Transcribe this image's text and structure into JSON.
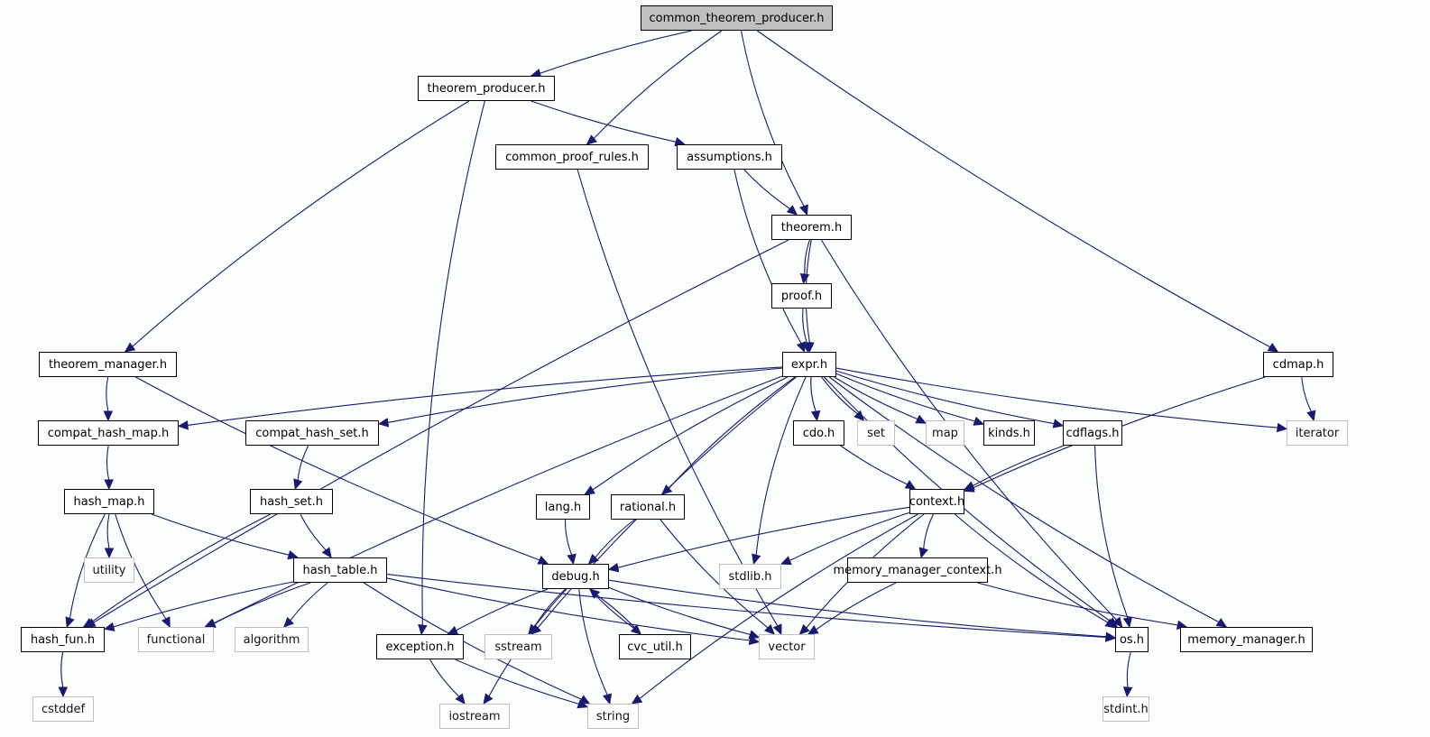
{
  "title": "common_theorem_producer.h",
  "colors": {
    "edge": "#191970",
    "background": "#fbfefd",
    "root_fill": "#bfbfbf",
    "system_border": "#bfbfbf",
    "local_border": "#000000"
  },
  "nodes": [
    {
      "id": "common_theorem_producer.h",
      "label": "common_theorem_producer.h",
      "kind": "root"
    },
    {
      "id": "theorem_producer.h",
      "label": "theorem_producer.h",
      "kind": "local"
    },
    {
      "id": "common_proof_rules.h",
      "label": "common_proof_rules.h",
      "kind": "local"
    },
    {
      "id": "assumptions.h",
      "label": "assumptions.h",
      "kind": "local"
    },
    {
      "id": "theorem.h",
      "label": "theorem.h",
      "kind": "local"
    },
    {
      "id": "proof.h",
      "label": "proof.h",
      "kind": "local"
    },
    {
      "id": "expr.h",
      "label": "expr.h",
      "kind": "local"
    },
    {
      "id": "theorem_manager.h",
      "label": "theorem_manager.h",
      "kind": "local"
    },
    {
      "id": "cdmap.h",
      "label": "cdmap.h",
      "kind": "local"
    },
    {
      "id": "compat_hash_map.h",
      "label": "compat_hash_map.h",
      "kind": "local"
    },
    {
      "id": "compat_hash_set.h",
      "label": "compat_hash_set.h",
      "kind": "local"
    },
    {
      "id": "cdo.h",
      "label": "cdo.h",
      "kind": "local"
    },
    {
      "id": "set",
      "label": "set",
      "kind": "system"
    },
    {
      "id": "map",
      "label": "map",
      "kind": "system"
    },
    {
      "id": "kinds.h",
      "label": "kinds.h",
      "kind": "local"
    },
    {
      "id": "cdflags.h",
      "label": "cdflags.h",
      "kind": "local"
    },
    {
      "id": "iterator",
      "label": "iterator",
      "kind": "system"
    },
    {
      "id": "hash_map.h",
      "label": "hash_map.h",
      "kind": "local"
    },
    {
      "id": "hash_set.h",
      "label": "hash_set.h",
      "kind": "local"
    },
    {
      "id": "lang.h",
      "label": "lang.h",
      "kind": "local"
    },
    {
      "id": "rational.h",
      "label": "rational.h",
      "kind": "local"
    },
    {
      "id": "context.h",
      "label": "context.h",
      "kind": "local"
    },
    {
      "id": "utility",
      "label": "utility",
      "kind": "system"
    },
    {
      "id": "hash_table.h",
      "label": "hash_table.h",
      "kind": "local"
    },
    {
      "id": "debug.h",
      "label": "debug.h",
      "kind": "local"
    },
    {
      "id": "stdlib.h",
      "label": "stdlib.h",
      "kind": "system"
    },
    {
      "id": "memory_manager_context.h",
      "label": "memory_manager_context.h",
      "kind": "local"
    },
    {
      "id": "hash_fun.h",
      "label": "hash_fun.h",
      "kind": "local"
    },
    {
      "id": "functional",
      "label": "functional",
      "kind": "system"
    },
    {
      "id": "algorithm",
      "label": "algorithm",
      "kind": "system"
    },
    {
      "id": "exception.h",
      "label": "exception.h",
      "kind": "local"
    },
    {
      "id": "sstream",
      "label": "sstream",
      "kind": "system"
    },
    {
      "id": "cvc_util.h",
      "label": "cvc_util.h",
      "kind": "local"
    },
    {
      "id": "vector",
      "label": "vector",
      "kind": "system"
    },
    {
      "id": "os.h",
      "label": "os.h",
      "kind": "local"
    },
    {
      "id": "memory_manager.h",
      "label": "memory_manager.h",
      "kind": "local"
    },
    {
      "id": "cstddef",
      "label": "cstddef",
      "kind": "system"
    },
    {
      "id": "iostream",
      "label": "iostream",
      "kind": "system"
    },
    {
      "id": "string",
      "label": "string",
      "kind": "system"
    },
    {
      "id": "stdint.h",
      "label": "stdint.h",
      "kind": "system"
    }
  ],
  "edges": [
    [
      "common_theorem_producer.h",
      "theorem_producer.h"
    ],
    [
      "common_theorem_producer.h",
      "common_proof_rules.h"
    ],
    [
      "common_theorem_producer.h",
      "theorem.h"
    ],
    [
      "common_theorem_producer.h",
      "cdmap.h"
    ],
    [
      "theorem_producer.h",
      "assumptions.h"
    ],
    [
      "theorem_producer.h",
      "theorem_manager.h"
    ],
    [
      "theorem_producer.h",
      "exception.h"
    ],
    [
      "common_proof_rules.h",
      "vector"
    ],
    [
      "assumptions.h",
      "theorem.h"
    ],
    [
      "assumptions.h",
      "expr.h"
    ],
    [
      "theorem.h",
      "proof.h"
    ],
    [
      "theorem.h",
      "expr.h"
    ],
    [
      "theorem.h",
      "hash_fun.h"
    ],
    [
      "theorem.h",
      "os.h"
    ],
    [
      "proof.h",
      "expr.h"
    ],
    [
      "theorem_manager.h",
      "compat_hash_map.h"
    ],
    [
      "theorem_manager.h",
      "debug.h"
    ],
    [
      "cdmap.h",
      "iterator"
    ],
    [
      "cdmap.h",
      "context.h"
    ],
    [
      "expr.h",
      "compat_hash_map.h"
    ],
    [
      "expr.h",
      "compat_hash_set.h"
    ],
    [
      "expr.h",
      "cdo.h"
    ],
    [
      "expr.h",
      "set"
    ],
    [
      "expr.h",
      "map"
    ],
    [
      "expr.h",
      "kinds.h"
    ],
    [
      "expr.h",
      "cdflags.h"
    ],
    [
      "expr.h",
      "iterator"
    ],
    [
      "expr.h",
      "lang.h"
    ],
    [
      "expr.h",
      "rational.h"
    ],
    [
      "expr.h",
      "stdlib.h"
    ],
    [
      "expr.h",
      "functional"
    ],
    [
      "expr.h",
      "sstream"
    ],
    [
      "expr.h",
      "os.h"
    ],
    [
      "expr.h",
      "memory_manager.h"
    ],
    [
      "compat_hash_map.h",
      "hash_map.h"
    ],
    [
      "compat_hash_set.h",
      "hash_set.h"
    ],
    [
      "cdo.h",
      "context.h"
    ],
    [
      "cdflags.h",
      "context.h"
    ],
    [
      "cdflags.h",
      "os.h"
    ],
    [
      "hash_map.h",
      "utility"
    ],
    [
      "hash_map.h",
      "hash_fun.h"
    ],
    [
      "hash_map.h",
      "functional"
    ],
    [
      "hash_map.h",
      "hash_table.h"
    ],
    [
      "hash_set.h",
      "hash_table.h"
    ],
    [
      "hash_set.h",
      "hash_fun.h"
    ],
    [
      "lang.h",
      "debug.h"
    ],
    [
      "rational.h",
      "debug.h"
    ],
    [
      "rational.h",
      "vector"
    ],
    [
      "context.h",
      "debug.h"
    ],
    [
      "context.h",
      "stdlib.h"
    ],
    [
      "context.h",
      "memory_manager_context.h"
    ],
    [
      "context.h",
      "vector"
    ],
    [
      "context.h",
      "os.h"
    ],
    [
      "context.h",
      "string"
    ],
    [
      "hash_table.h",
      "hash_fun.h"
    ],
    [
      "hash_table.h",
      "functional"
    ],
    [
      "hash_table.h",
      "algorithm"
    ],
    [
      "hash_table.h",
      "vector"
    ],
    [
      "hash_table.h",
      "os.h"
    ],
    [
      "hash_table.h",
      "string"
    ],
    [
      "debug.h",
      "exception.h"
    ],
    [
      "debug.h",
      "sstream"
    ],
    [
      "debug.h",
      "cvc_util.h"
    ],
    [
      "debug.h",
      "vector"
    ],
    [
      "debug.h",
      "os.h"
    ],
    [
      "debug.h",
      "iostream"
    ],
    [
      "debug.h",
      "string"
    ],
    [
      "cvc_util.h",
      "debug.h"
    ],
    [
      "memory_manager_context.h",
      "vector"
    ],
    [
      "memory_manager_context.h",
      "memory_manager.h"
    ],
    [
      "hash_fun.h",
      "cstddef"
    ],
    [
      "exception.h",
      "iostream"
    ],
    [
      "exception.h",
      "string"
    ],
    [
      "os.h",
      "stdint.h"
    ]
  ]
}
